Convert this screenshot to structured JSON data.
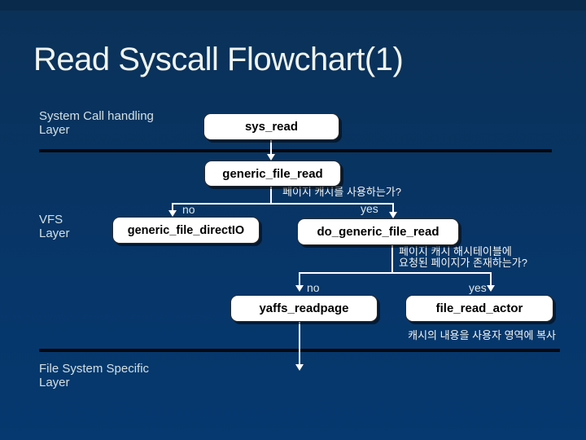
{
  "slide": {
    "title": "Read Syscall Flowchart(1)",
    "layers": {
      "syscall": {
        "line1": "System Call handling",
        "line2": "Layer"
      },
      "vfs": {
        "line1": "VFS",
        "line2": "Layer"
      },
      "fs": {
        "line1": "File System Specific",
        "line2": "Layer"
      }
    },
    "nodes": {
      "sys_read": "sys_read",
      "generic_file_read": "generic_file_read",
      "generic_file_directIO": "generic_file_directIO",
      "do_generic_file_read": "do_generic_file_read",
      "yaffs_readpage": "yaffs_readpage",
      "file_read_actor": "file_read_actor"
    },
    "branch_labels": {
      "no": "no",
      "yes": "yes"
    },
    "annotations": {
      "use_page_cache_q": "페이지 캐시를 사용하는가?",
      "hash_table_q_line1": "페이지 캐시 해시테이블에",
      "hash_table_q_line2": "요청된 페이지가 존재하는가?",
      "copy_to_user_note": "캐시의 내용을 사용자 영역에 복사"
    },
    "colors": {
      "background_top_band": "#0a2a4b",
      "background_main": "#07366a",
      "separator": "#05090f",
      "node_fill": "#ffffff",
      "node_text": "#000000",
      "connector": "#ffffff",
      "title_text": "#f0f4ee",
      "layer_label_text": "#d2e0e2",
      "annotation_text": "#f4f6f2"
    }
  }
}
